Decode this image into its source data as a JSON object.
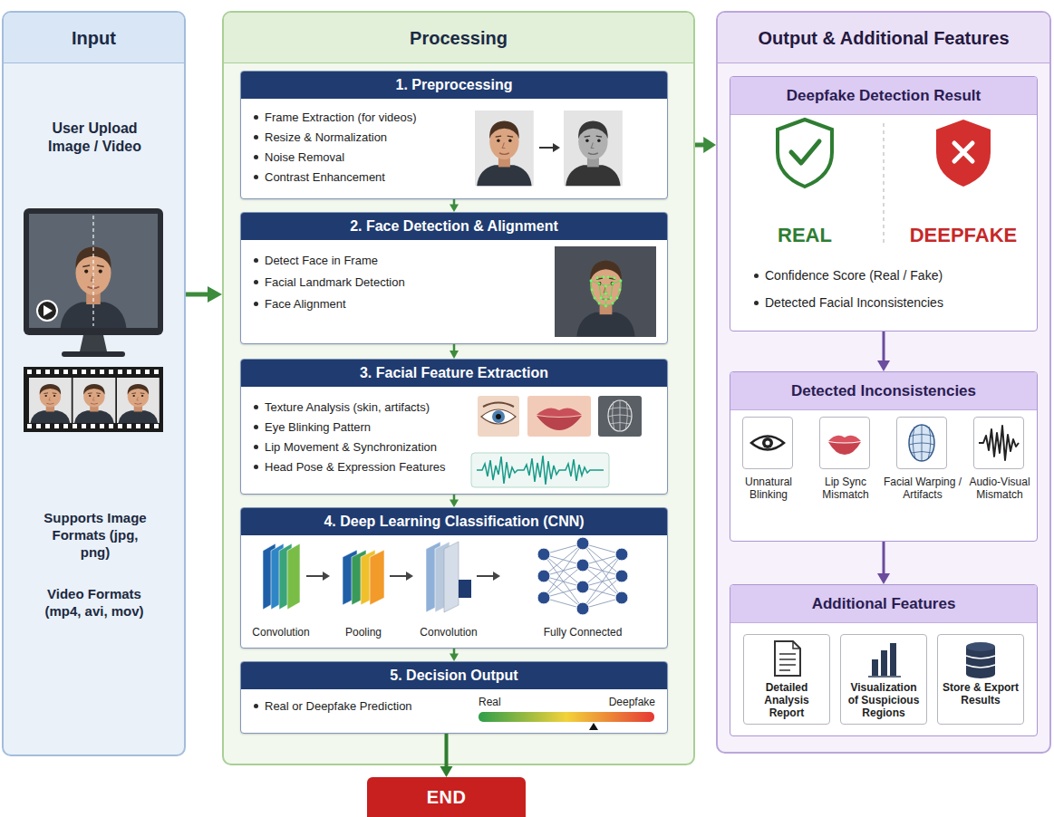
{
  "diagram": {
    "nodes": [
      {
        "text": [
          "Input",
          "User Upload Image / Video",
          "Supports Image Formats (jpg, png)",
          "Video Formats (mp4, avi, mov)"
        ]
      },
      {
        "text": [
          "Processing"
        ]
      },
      {
        "text": [
          "1. Preprocessing",
          "Frame Extraction (for videos)",
          "Resize & Normalization",
          "Noise Removal",
          "Contrast Enhancement"
        ],
        "in": 1
      },
      {
        "text": [
          "2. Face Detection & Alignment",
          "Detect Face in Frame",
          "Facial Landmark Detection",
          "Face Alignment"
        ],
        "in": 1
      },
      {
        "text": [
          "3. Facial Feature Extraction",
          "Texture Analysis (skin, artifacts)",
          "Eye Blinking Pattern",
          "Lip Movement & Synchronization",
          "Head Pose & Expression Features"
        ],
        "in": 1
      },
      {
        "text": [
          "4. Deep Learning Classification (CNN)",
          "Convolution",
          "Pooling",
          "Convolution",
          "Fully Connected"
        ],
        "in": 1
      },
      {
        "text": [
          "5. Decision Output",
          "Real or Deepfake Prediction",
          "Real",
          "Deepfake"
        ],
        "in": 1
      },
      {
        "text": [
          "END"
        ]
      },
      {
        "text": [
          "Output & Additional Features"
        ]
      },
      {
        "text": [
          "Deepfake Detection Result",
          "REAL",
          "DEEPFAKE",
          "Confidence Score (Real / Fake)",
          "Detected Facial Inconsistencies"
        ],
        "in": 8
      },
      {
        "text": [
          "Detected Inconsistencies"
        ],
        "in": 8
      },
      {
        "text": [
          "Unnatural Blinking"
        ],
        "in": 10
      },
      {
        "text": [
          "Lip Sync Mismatch"
        ],
        "in": 10
      },
      {
        "text": [
          "Facial Warping / Artifacts"
        ],
        "in": 10
      },
      {
        "text": [
          "Audio-Visual Mismatch"
        ],
        "in": 10
      },
      {
        "text": [
          "Additional Features"
        ],
        "in": 8
      },
      {
        "text": [
          "Detailed Analysis Report"
        ],
        "in": 15
      },
      {
        "text": [
          "Visualization of Suspicious Regions"
        ],
        "in": 15
      },
      {
        "text": [
          "Store & Export Results"
        ],
        "in": 15
      }
    ],
    "edges": [
      {
        "from": 0,
        "to": 1,
        "arrow": "to"
      },
      {
        "from": 1,
        "to": 8,
        "arrow": "to"
      },
      {
        "from": 2,
        "to": 3,
        "arrow": "to"
      },
      {
        "from": 3,
        "to": 4,
        "arrow": "to"
      },
      {
        "from": 4,
        "to": 5,
        "arrow": "to"
      },
      {
        "from": 5,
        "to": 6,
        "arrow": "to"
      },
      {
        "from": 6,
        "to": 7,
        "arrow": "to"
      },
      {
        "from": 9,
        "to": 10,
        "arrow": "to"
      },
      {
        "from": 10,
        "to": 15,
        "arrow": "to"
      }
    ]
  }
}
